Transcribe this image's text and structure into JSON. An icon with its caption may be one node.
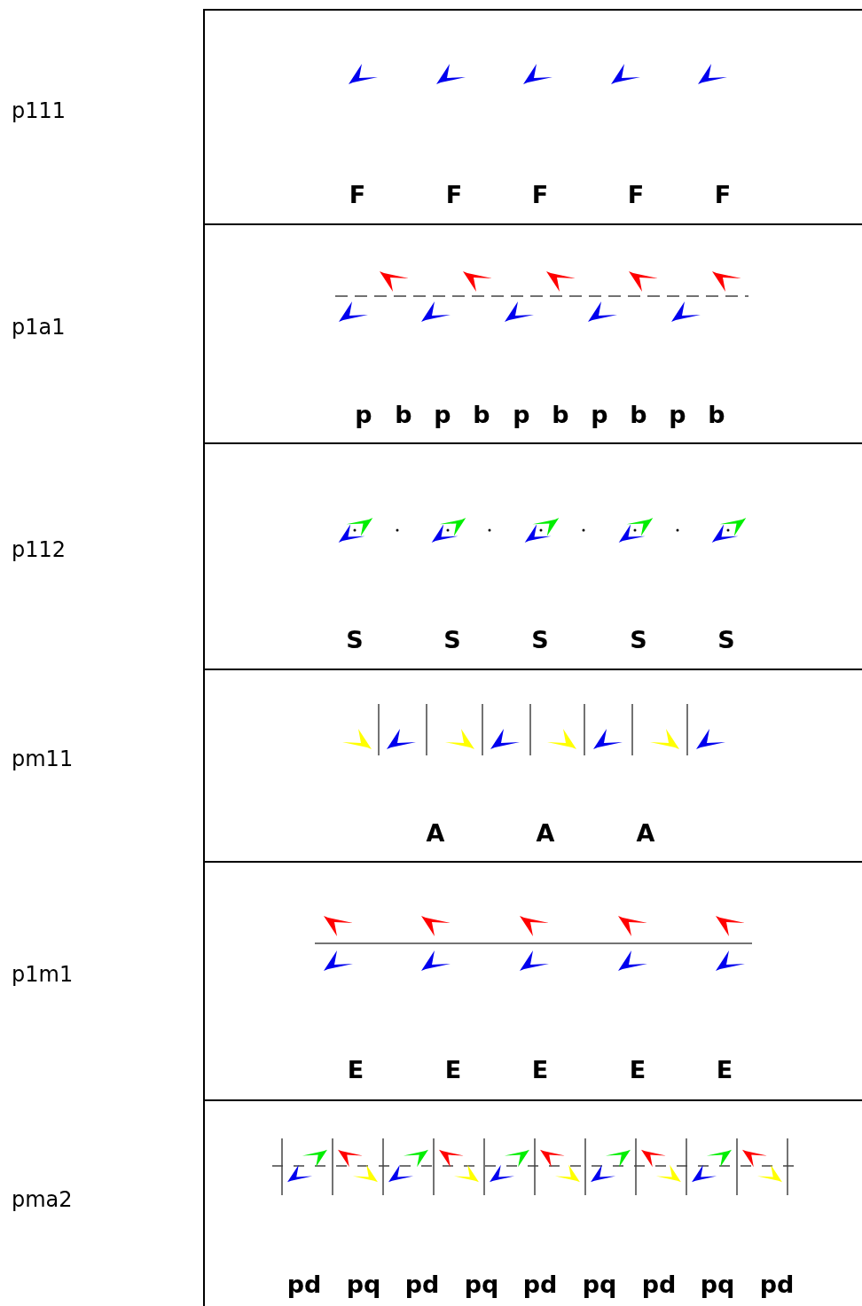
{
  "diagram": {
    "nodes": [
      {
        "text": [
          "F",
          "F",
          "F",
          "F",
          "F"
        ]
      },
      {
        "text": [
          "p",
          "b",
          "p",
          "b",
          "p",
          "b",
          "p",
          "b",
          "p",
          "b"
        ]
      },
      {
        "text": [
          "S",
          "S",
          "S",
          "S",
          "S"
        ]
      },
      {
        "text": [
          "A",
          "A",
          "A"
        ]
      },
      {
        "text": [
          "E",
          "E",
          "E",
          "E",
          "E"
        ]
      },
      {
        "text": [
          "pd",
          "pq",
          "pd",
          "pq",
          "pd",
          "pq",
          "pd",
          "pq",
          "pd"
        ]
      }
    ],
    "labels": [
      "p111",
      "p1a1",
      "p112",
      "pm11",
      "p1m1",
      "pma2"
    ]
  }
}
